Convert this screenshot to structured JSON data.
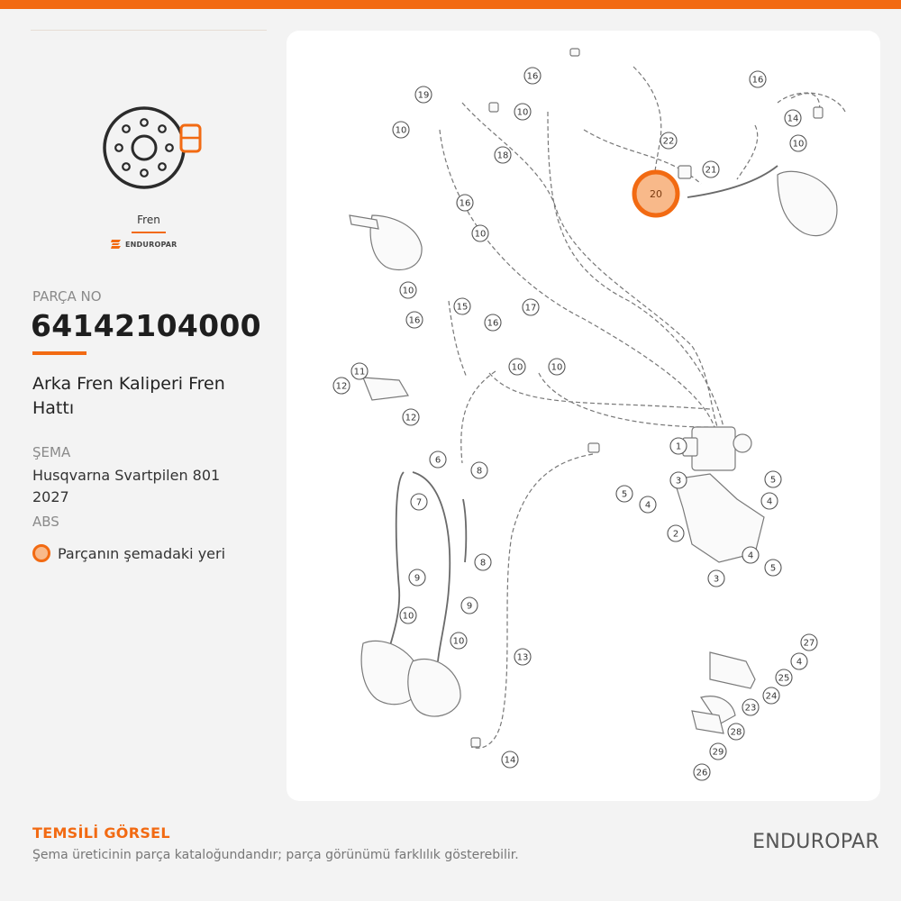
{
  "header": {
    "accent_color": "#f26a12"
  },
  "category": {
    "icon": "brake-disc-icon",
    "label": "Fren",
    "brand": "ENDUROPAR"
  },
  "part": {
    "number_label": "PARÇA NO",
    "number": "64142104000",
    "name": "Arka Fren Kaliperi Fren Hattı"
  },
  "schema": {
    "label": "ŞEMA",
    "model": "Husqvarna Svartpilen 801 2027",
    "variant": "ABS"
  },
  "legend": {
    "label": "Parçanın şemadaki yeri"
  },
  "diagram": {
    "highlighted_callout": "20",
    "callouts": [
      "19",
      "10",
      "16",
      "10",
      "22",
      "21",
      "20",
      "16",
      "14",
      "10",
      "18",
      "16",
      "10",
      "10",
      "16",
      "15",
      "16",
      "17",
      "10",
      "10",
      "11",
      "12",
      "12",
      "1",
      "6",
      "8",
      "3",
      "5",
      "4",
      "5",
      "4",
      "2",
      "7",
      "8",
      "9",
      "9",
      "10",
      "10",
      "3",
      "4",
      "5",
      "27",
      "4",
      "25",
      "24",
      "23",
      "28",
      "29",
      "26",
      "13",
      "14"
    ]
  },
  "footer": {
    "representative_label": "TEMSİLİ GÖRSEL",
    "note": "Şema üreticinin parça kataloğundandır; parça görünümü farklılık gösterebilir.",
    "brand": "ENDUROPAR"
  }
}
